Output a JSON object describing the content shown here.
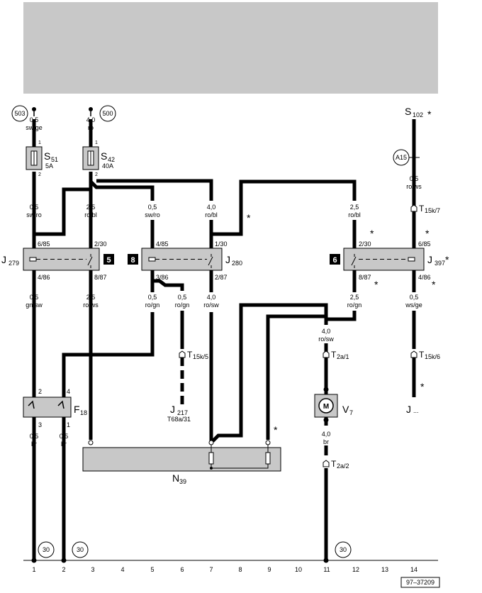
{
  "header_box": {
    "color": "#c8c8c8"
  },
  "sources": {
    "s503": "503",
    "s500": "500",
    "a15": "A15",
    "g30a": "30",
    "g30b": "30",
    "g30c": "30"
  },
  "wires": {
    "w503": {
      "size": "0,5",
      "color": "sw/ge"
    },
    "w500": {
      "size": "4,0",
      "color": "ro"
    },
    "c1_top": {
      "size": "0,5",
      "color": "sw/ro"
    },
    "c3_top": {
      "size": "2,5",
      "color": "ro/bl"
    },
    "c5_top": {
      "size": "0,5",
      "color": "sw/ro"
    },
    "c7_top": {
      "size": "4,0",
      "color": "ro/bl"
    },
    "c12_top": {
      "size": "2,5",
      "color": "ro/bl"
    },
    "c14_top": {
      "size": "0,5",
      "color": "ro/ws"
    },
    "c1_mid": {
      "size": "0,5",
      "color": "gn/sw"
    },
    "c3_mid": {
      "size": "2,5",
      "color": "ro/ws"
    },
    "c5_mid": {
      "size": "0,5",
      "color": "ro/gn"
    },
    "c6_mid": {
      "size": "0,5",
      "color": "ro/gn"
    },
    "c7_mid": {
      "size": "4,0",
      "color": "ro/sw"
    },
    "c12_mid": {
      "size": "2,5",
      "color": "ro/gn"
    },
    "c14_mid": {
      "size": "0,5",
      "color": "ws/ge"
    },
    "c11_top": {
      "size": "4,0",
      "color": "ro/sw"
    },
    "c1_bot": {
      "size": "0,5",
      "color": "br"
    },
    "c2_bot": {
      "size": "0,5",
      "color": "br"
    },
    "c11_bot": {
      "size": "4,0",
      "color": "br"
    }
  },
  "components": {
    "s51": {
      "name": "S",
      "sub": "51",
      "rating": "5A"
    },
    "s42": {
      "name": "S",
      "sub": "42",
      "rating": "40A"
    },
    "s102": {
      "name": "S",
      "sub": "102"
    },
    "j279": {
      "name": "J",
      "sub": "279",
      "num": "5"
    },
    "j280": {
      "name": "J",
      "sub": "280",
      "num": "8"
    },
    "j397": {
      "name": "J",
      "sub": "397",
      "num": "6"
    },
    "f18": {
      "name": "F",
      "sub": "18"
    },
    "v7": {
      "name": "V",
      "sub": "7",
      "symbol": "M"
    },
    "n39": {
      "name": "N",
      "sub": "39"
    },
    "j217": {
      "name": "J",
      "sub": "217",
      "conn": "T68a/31"
    },
    "jdots": {
      "name": "J",
      "sub": "..."
    }
  },
  "connectors": {
    "t15k7": {
      "name": "T",
      "sub": "15k/7"
    },
    "t15k5": {
      "name": "T",
      "sub": "15k/5"
    },
    "t15k6": {
      "name": "T",
      "sub": "15k/6"
    },
    "t2a1": {
      "name": "T",
      "sub": "2a/1"
    },
    "t2a2": {
      "name": "T",
      "sub": "2a/2"
    }
  },
  "pins": {
    "s51_in": "1",
    "s51_out": "2",
    "s42_in": "1",
    "s42_out": "2",
    "j279_a": "6/85",
    "j279_b": "2/30",
    "j279_c": "4/86",
    "j279_d": "8/87",
    "j280_a": "4/85",
    "j280_b": "1/30",
    "j280_c": "3/86",
    "j280_d": "2/87",
    "j397_a": "2/30",
    "j397_b": "6/85",
    "j397_c": "8/87",
    "j397_d": "4/86",
    "f18_a": "2",
    "f18_b": "4",
    "f18_c": "3",
    "f18_d": "1"
  },
  "asterisk": "*",
  "columns": [
    "1",
    "2",
    "3",
    "4",
    "5",
    "6",
    "7",
    "8",
    "9",
    "10",
    "11",
    "12",
    "13",
    "14"
  ],
  "ref_code": "97–37209"
}
